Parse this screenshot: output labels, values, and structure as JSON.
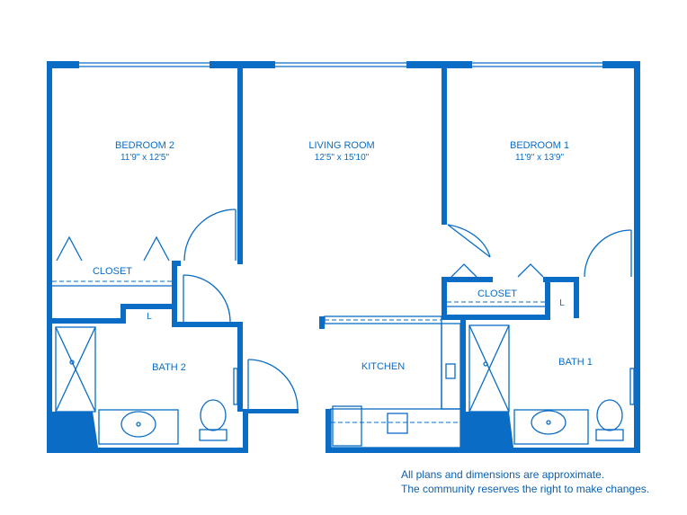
{
  "colors": {
    "wall": "#0a6cc4",
    "note": "#0b5fb0"
  },
  "rooms": {
    "bedroom2": {
      "name": "BEDROOM 2",
      "dims": "11'9\" x 12'5\""
    },
    "living": {
      "name": "LIVING ROOM",
      "dims": "12'5\" x 15'10\""
    },
    "bedroom1": {
      "name": "BEDROOM 1",
      "dims": "11'9\" x 13'9\""
    },
    "closet_left": "CLOSET",
    "closet_right": "CLOSET",
    "linen_left": "L",
    "linen_right": "L",
    "bath2": "BATH 2",
    "kitchen": "KITCHEN",
    "bath1": "BATH 1"
  },
  "disclaimer": {
    "line1": "All plans and dimensions are approximate.",
    "line2": "The community reserves the right to make changes."
  }
}
